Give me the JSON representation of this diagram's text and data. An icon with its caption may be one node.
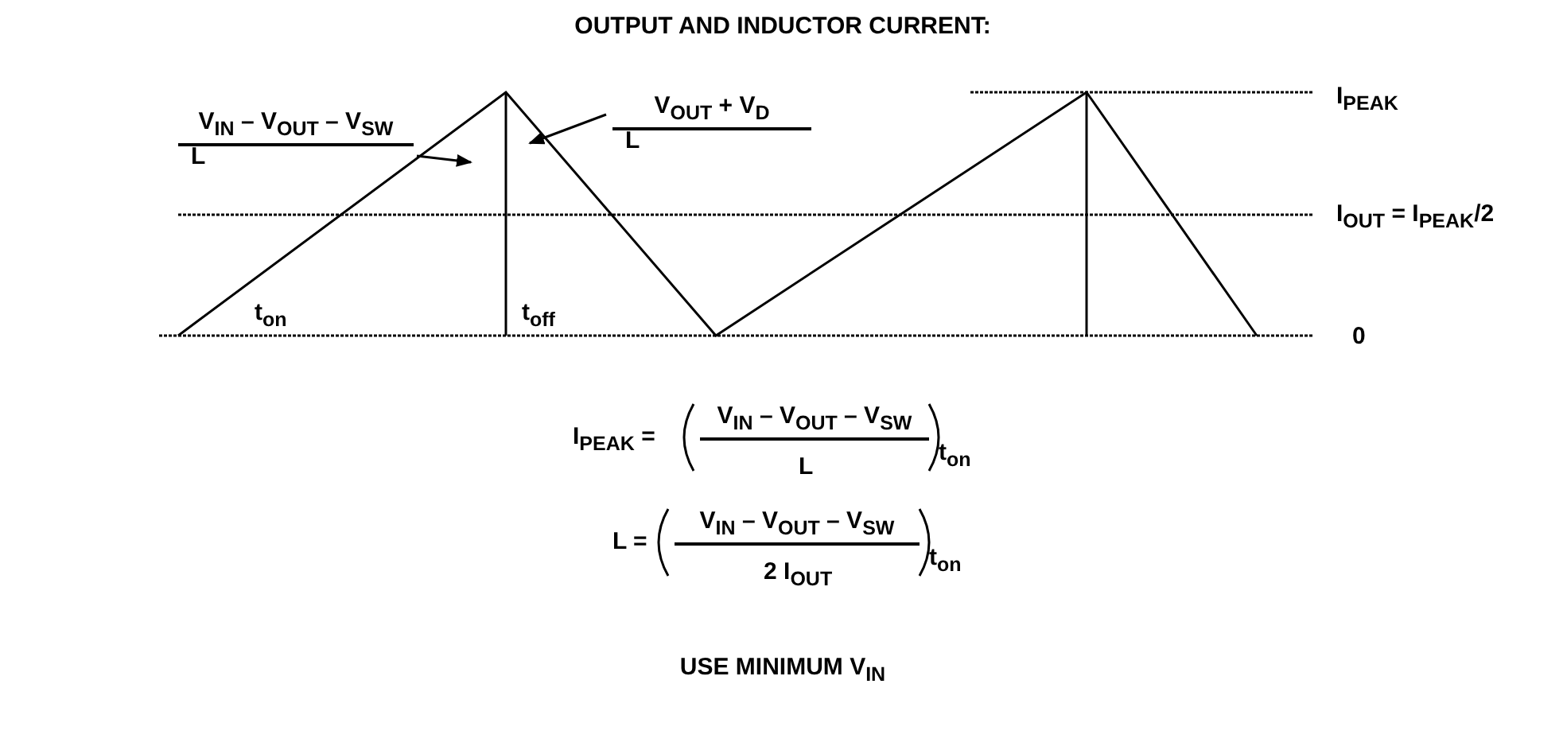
{
  "diagram": {
    "title": "OUTPUT AND INDUCTOR CURRENT:",
    "nodes": [
      {
        "text": [
          "V$_{IN}$ – V$_{OUT}$ – V$_{SW}$",
          "L"
        ]
      },
      {
        "text": [
          "V$_{OUT}$ + V$_{D}$",
          "L"
        ]
      }
    ],
    "edges": [
      {
        "from": 0,
        "to": null,
        "arrow": "to"
      },
      {
        "from": 1,
        "to": null,
        "arrow": "to"
      }
    ],
    "labels": [
      "I$_{PEAK}$",
      "I$_{OUT}$ = I$_{PEAK}$/2",
      "t$_{on}$",
      "t$_{off}$",
      "0",
      "I$_{PEAK}$ =",
      "V$_{IN}$ – V$_{OUT}$ – V$_{SW}$",
      "L",
      "t$_{on}$",
      "L =",
      "V$_{IN}$ – V$_{OUT}$ – V$_{SW}$",
      "2 I$_{OUT}$",
      "t$_{on}$",
      "USE MINIMUM V$_{IN}$"
    ]
  }
}
